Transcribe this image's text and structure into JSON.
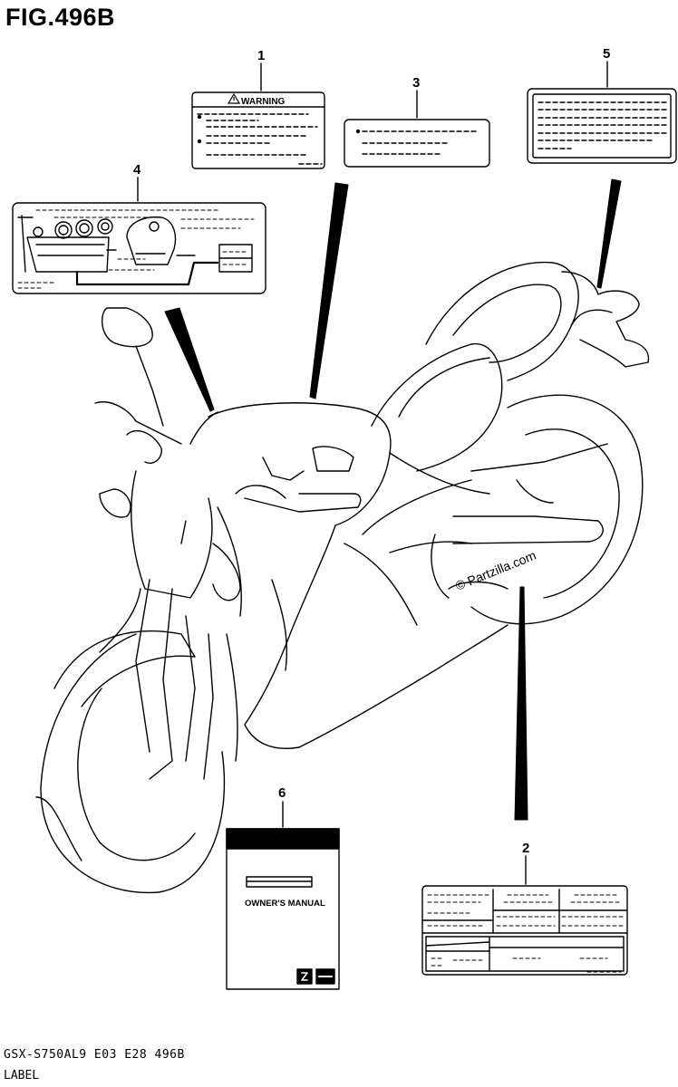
{
  "figure": {
    "title": "FIG.496B",
    "model_code": "GSX-S750AL9  E03  E28  496B",
    "part_name": "LABEL"
  },
  "callouts": [
    "1",
    "2",
    "3",
    "4",
    "5",
    "6"
  ],
  "labels": {
    "warning_text": "WARNING",
    "manual_text": "OWNER'S MANUAL"
  },
  "watermark": "© Partzilla.com",
  "icons": [
    "warning-triangle-icon",
    "suzuki-logo-icon"
  ],
  "colors": {
    "line": "#000000",
    "background": "#ffffff"
  }
}
